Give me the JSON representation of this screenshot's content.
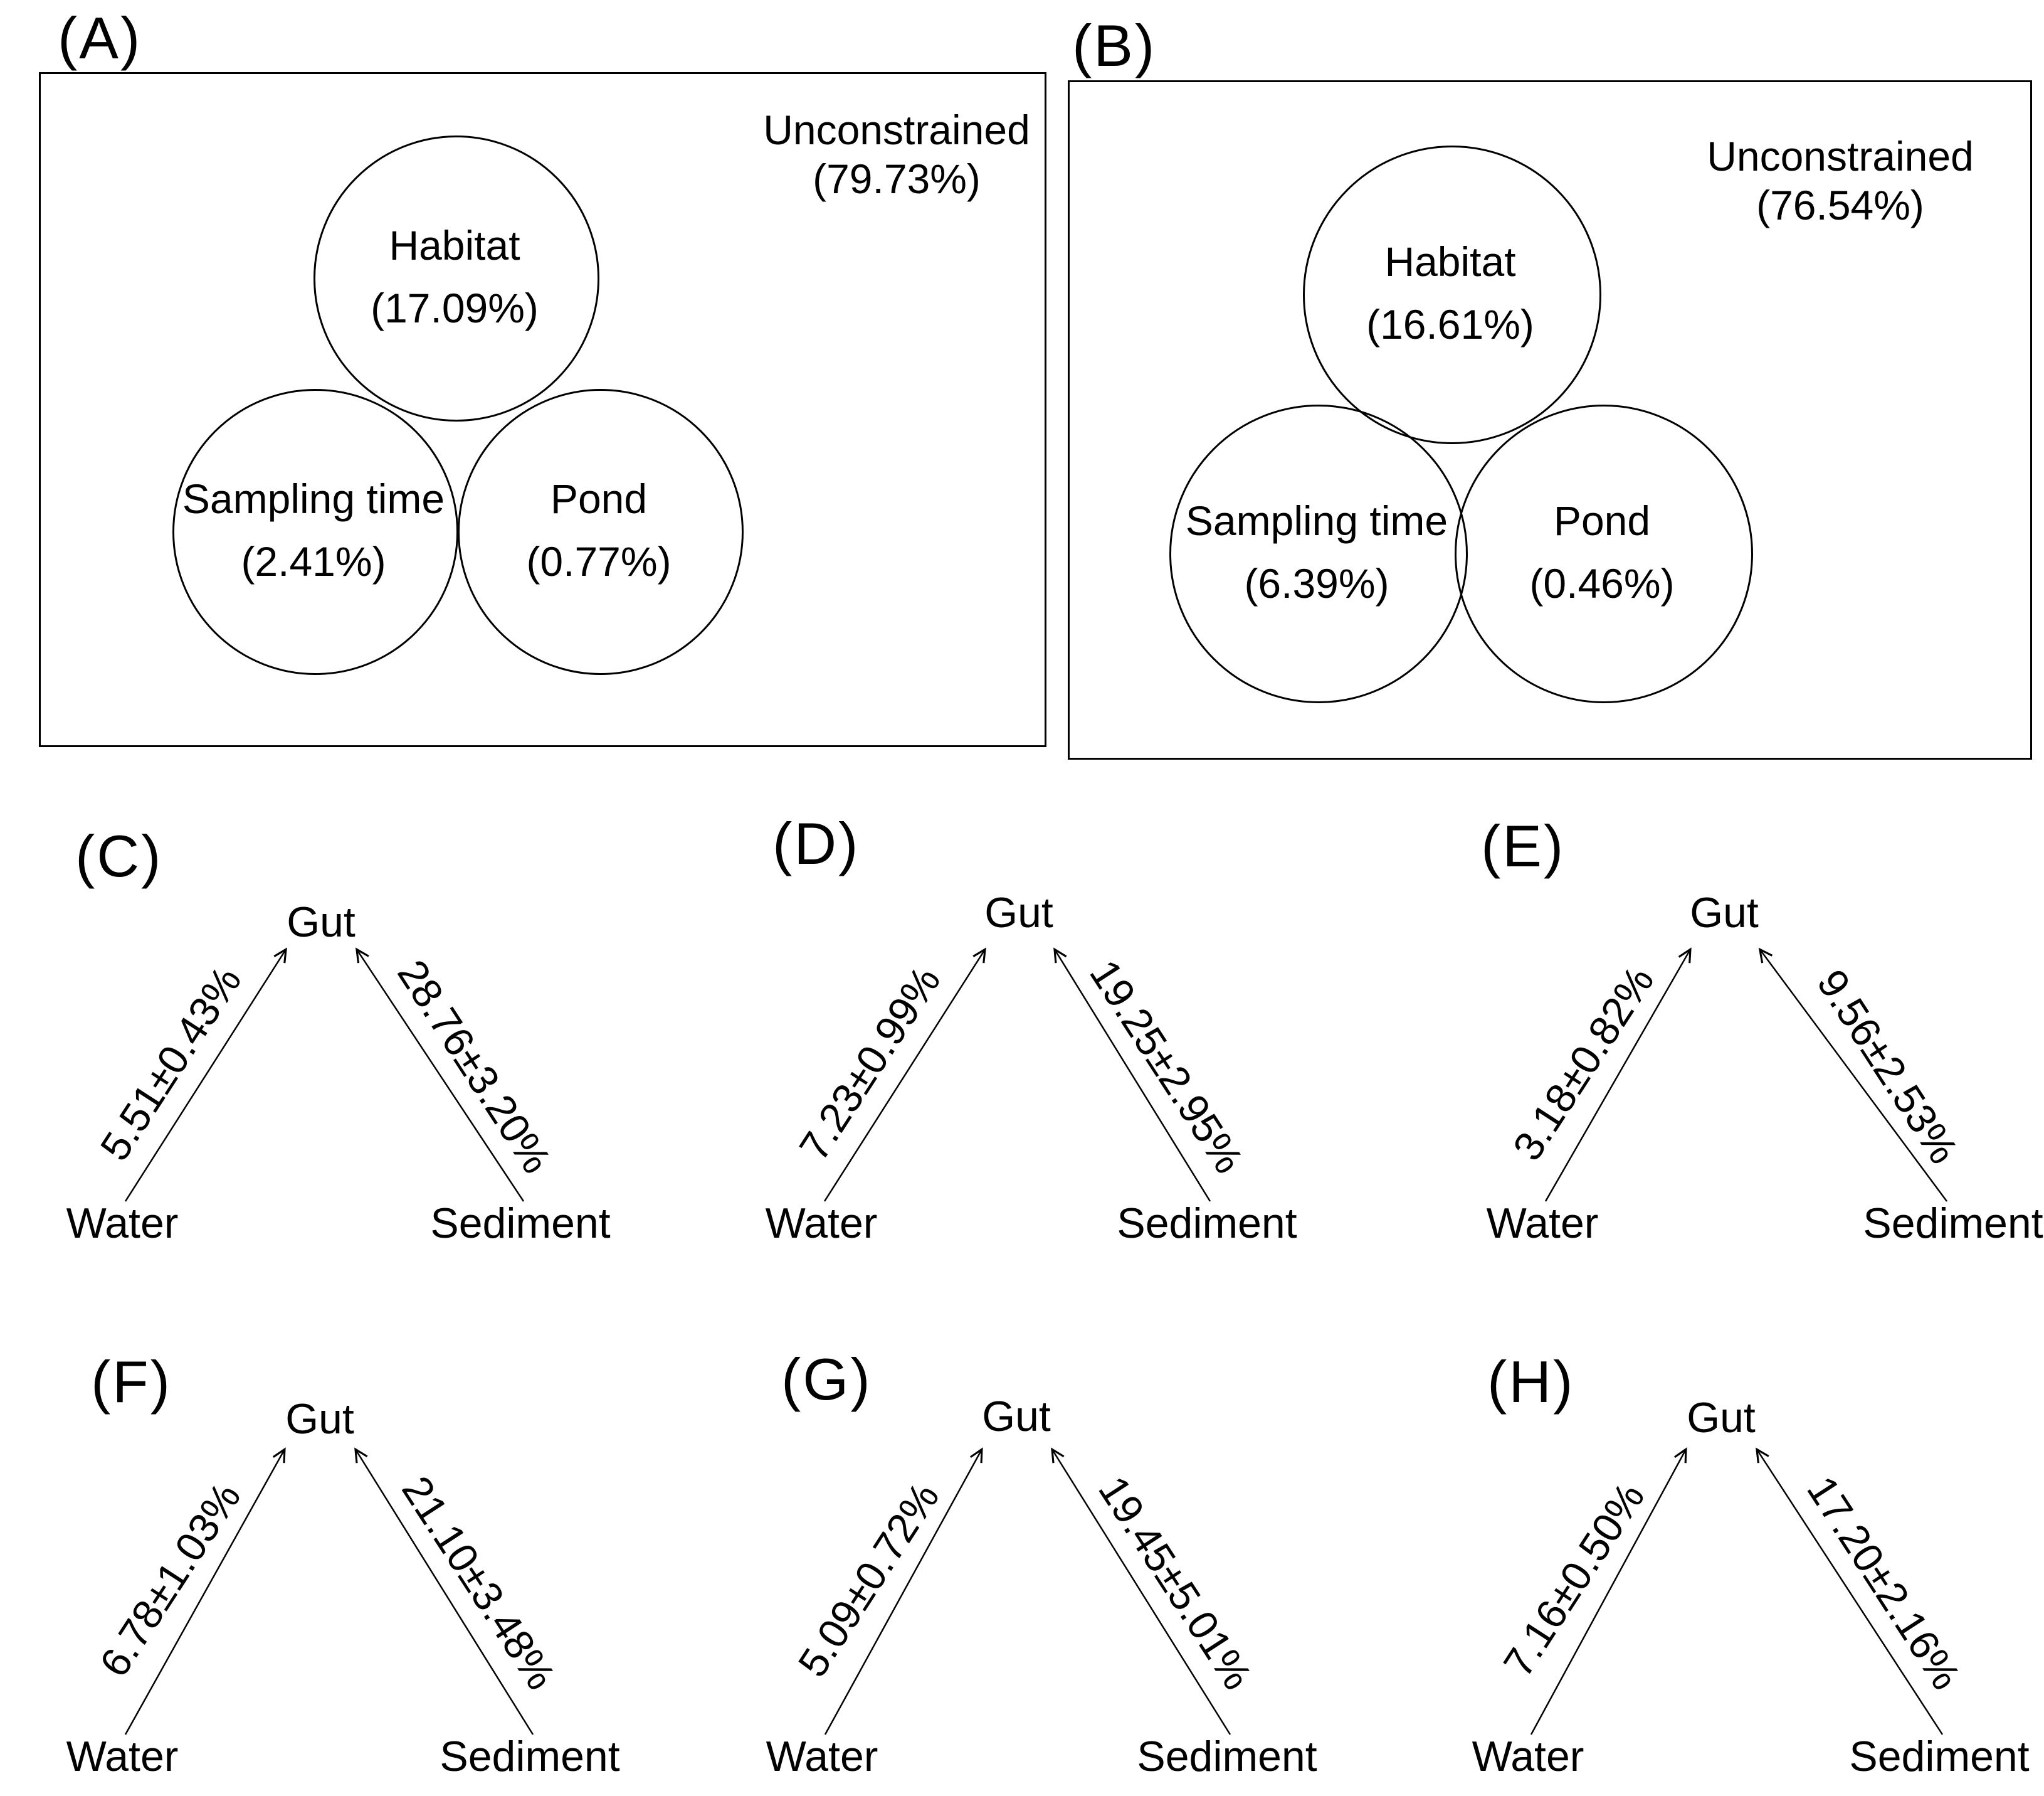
{
  "colors": {
    "ink": "#000000",
    "background": "#ffffff"
  },
  "venn_panels": [
    {
      "label": "(A)",
      "unconstrained": {
        "title": "Unconstrained",
        "value": "(79.73%)"
      },
      "circles": [
        {
          "name": "Habitat",
          "value": "(17.09%)"
        },
        {
          "name": "Sampling time",
          "value": "(2.41%)"
        },
        {
          "name": "Pond",
          "value": "(0.77%)"
        }
      ]
    },
    {
      "label": "(B)",
      "unconstrained": {
        "title": "Unconstrained",
        "value": "(76.54%)"
      },
      "circles": [
        {
          "name": "Habitat",
          "value": "(16.61%)"
        },
        {
          "name": "Sampling time",
          "value": "(6.39%)"
        },
        {
          "name": "Pond",
          "value": "(0.46%)"
        }
      ]
    }
  ],
  "flow_panels": [
    {
      "label": "(C)",
      "target": "Gut",
      "water": {
        "name": "Water",
        "value": "5.51±0.43%"
      },
      "sediment": {
        "name": "Sediment",
        "value": "28.76±3.20%"
      }
    },
    {
      "label": "(D)",
      "target": "Gut",
      "water": {
        "name": "Water",
        "value": "7.23±0.99%"
      },
      "sediment": {
        "name": "Sediment",
        "value": "19.25±2.95%"
      }
    },
    {
      "label": "(E)",
      "target": "Gut",
      "water": {
        "name": "Water",
        "value": "3.18±0.82%"
      },
      "sediment": {
        "name": "Sediment",
        "value": "9.56±2.53%"
      }
    },
    {
      "label": "(F)",
      "target": "Gut",
      "water": {
        "name": "Water",
        "value": "6.78±1.03%"
      },
      "sediment": {
        "name": "Sediment",
        "value": "21.10±3.48%"
      }
    },
    {
      "label": "(G)",
      "target": "Gut",
      "water": {
        "name": "Water",
        "value": "5.09±0.72%"
      },
      "sediment": {
        "name": "Sediment",
        "value": "19.45±5.01%"
      }
    },
    {
      "label": "(H)",
      "target": "Gut",
      "water": {
        "name": "Water",
        "value": "7.16±0.50%"
      },
      "sediment": {
        "name": "Sediment",
        "value": "17.20±2.16%"
      }
    }
  ]
}
